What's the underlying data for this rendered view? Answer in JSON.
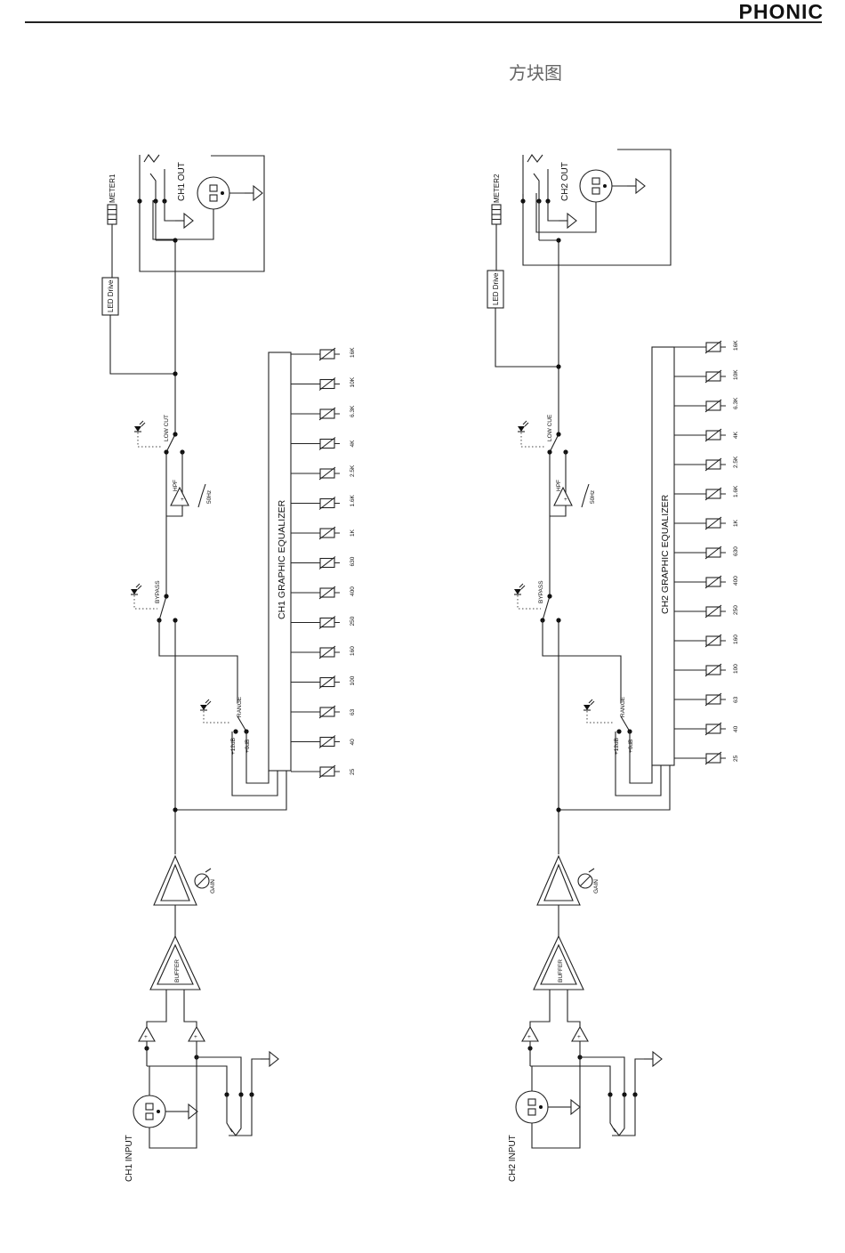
{
  "header": {
    "brand": "PHONIC",
    "section_title": "方块图"
  },
  "channels": [
    {
      "input_label": "CH1 INPUT",
      "output_label": "CH1 OUT",
      "meter_label": "METER1",
      "led_drive_label": "LED Drive",
      "eq_label": "CH1 GRAPHIC EQUALIZER",
      "gain_label": "GAIN",
      "buffer_label": "BUFFER",
      "low_cut_label": "LOW CUT",
      "hpf_label": "HPF",
      "hpf_freq": "50Hz",
      "bypass_label": "BYPASS",
      "range_label": "RANGE",
      "range_options": [
        "+12dB",
        "+6dB"
      ],
      "bands": [
        "16K",
        "10K",
        "6.3K",
        "4K",
        "2.5K",
        "1.6K",
        "1K",
        "630",
        "400",
        "250",
        "160",
        "100",
        "63",
        "40",
        "25"
      ]
    },
    {
      "input_label": "CH2 INPUT",
      "output_label": "CH2 OUT",
      "meter_label": "METER2",
      "led_drive_label": "LED Drive",
      "eq_label": "CH2 GRAPHIC EQUALIZER",
      "gain_label": "GAIN",
      "buffer_label": "BUFFER",
      "low_cut_label": "LOW CUE",
      "hpf_label": "HPF",
      "hpf_freq": "50Hz",
      "bypass_label": "BYPASS",
      "range_label": "RANGE",
      "range_options": [
        "+12dB",
        "+6dB"
      ],
      "bands": [
        "16K",
        "10K",
        "6.3K",
        "4K",
        "2.5K",
        "1.6K",
        "1K",
        "630",
        "400",
        "250",
        "160",
        "100",
        "63",
        "40",
        "25"
      ]
    }
  ]
}
